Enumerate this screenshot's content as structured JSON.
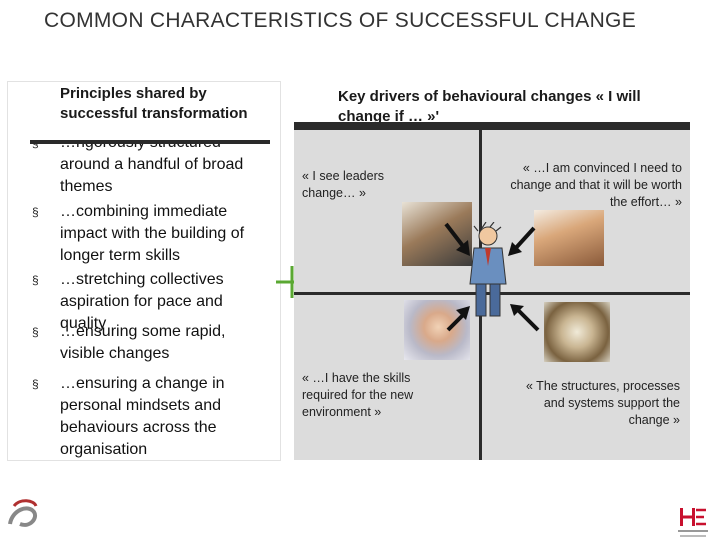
{
  "title": "COMMON CHARACTERISTICS OF SUCCESSFUL CHANGE",
  "left_panel": {
    "header": "Principles shared by successful transformation",
    "bullet_marker": "§",
    "bullets": [
      "…rigorously structured around a handful of broad themes",
      "…combining immediate impact with the building of longer term skills",
      "…stretching collectives aspiration for pace and quality",
      "…ensuring some rapid, visible changes",
      "…ensuring  a change in personal mindsets and behaviours across the organisation"
    ]
  },
  "right_panel": {
    "header": "Key drivers of behavioural changes « I will change if … »'",
    "quadrants": {
      "top_left": "« I see leaders change… »",
      "top_right": "« …I am convinced I need to change and that it will be worth the effort… »",
      "bottom_left": "« …I have the skills required for the new environment »",
      "bottom_right": "« The structures, processes and systems support the change »"
    },
    "colors": {
      "panel": "#dcdcdc",
      "divider": "#2b2b2b"
    }
  },
  "icons": {
    "plus": "plus-icon",
    "center": "businessman-icon",
    "footer_left": "swirl-logo-icon",
    "footer_right": "hse-logo-icon"
  },
  "accent_colors": {
    "plus": "#5aa832",
    "hse_logo": "#c8102e"
  }
}
